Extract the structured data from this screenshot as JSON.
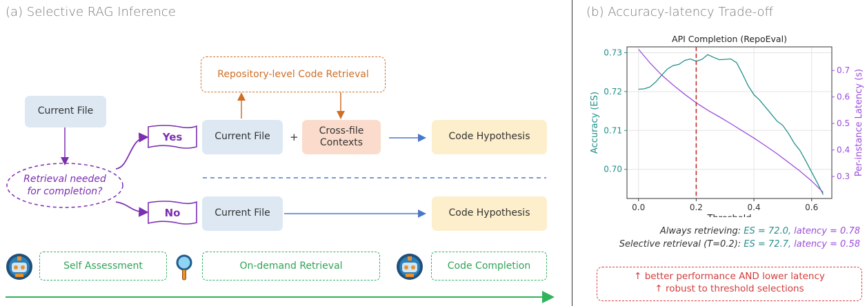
{
  "left_panel": {
    "title": "(a) Selective RAG Inference",
    "current_file_top": "Current File",
    "decision": [
      "Retrieval needed",
      "for completion?"
    ],
    "yes_label": "Yes",
    "no_label": "No",
    "yes_row": {
      "current_file": "Current File",
      "plus": "+",
      "cross_file": [
        "Cross-file",
        "Contexts"
      ],
      "hypothesis": "Code Hypothesis",
      "retrieval": "Repository-level Code Retrieval"
    },
    "no_row": {
      "current_file": "Current File",
      "hypothesis": "Code Hypothesis"
    },
    "stages": [
      "Self Assessment",
      "On-demand Retrieval",
      "Code Completion"
    ],
    "icons": [
      "robot-icon",
      "magnifier-icon",
      "robot-icon"
    ],
    "colors": {
      "purple": "#7b2fb0",
      "orange": "#cf6f27",
      "blue_arrow": "#4a78c9",
      "green": "#2fb35c"
    }
  },
  "right_panel": {
    "title": "(b) Accuracy-latency Trade-off",
    "notes": {
      "always": {
        "label": "Always retrieving:",
        "es": "ES = 72.0,",
        "latency": "latency = 0.78"
      },
      "selective": {
        "label": "Selective retrieval (T=0.2):",
        "es": "ES = 72.7,",
        "latency": "latency = 0.58"
      }
    },
    "callout": [
      "↑ better performance AND lower latency",
      "↑ robust to threshold selections"
    ]
  },
  "chart_data": {
    "type": "line",
    "title": "API Completion (RepoEval)",
    "xlabel": "Threshold",
    "ylabel": "Accuracy (ES)",
    "y2label": "Per-instance Latency (s)",
    "xlim": [
      -0.04,
      0.67
    ],
    "ylim": [
      0.6925,
      0.7315
    ],
    "y2lim": [
      0.217,
      0.789
    ],
    "xticks": [
      0.0,
      0.2,
      0.4,
      0.6
    ],
    "xtick_labels": [
      "0.0",
      "0.2",
      "0.4",
      "0.6"
    ],
    "yticks": [
      0.7,
      0.71,
      0.72,
      0.73
    ],
    "ytick_labels": [
      "0.70",
      "0.71",
      "0.72",
      "0.73"
    ],
    "y2ticks": [
      0.3,
      0.4,
      0.5,
      0.6,
      0.7
    ],
    "y2tick_labels": [
      "0.3",
      "0.4",
      "0.5",
      "0.6",
      "0.7"
    ],
    "grid": true,
    "threshold_marker": 0.2,
    "series": [
      {
        "name": "Accuracy (ES)",
        "axis": "left",
        "color": "#1f8f8a",
        "x": [
          0.0,
          0.02,
          0.04,
          0.06,
          0.08,
          0.1,
          0.12,
          0.14,
          0.16,
          0.18,
          0.2,
          0.22,
          0.24,
          0.26,
          0.28,
          0.3,
          0.32,
          0.34,
          0.36,
          0.38,
          0.4,
          0.42,
          0.44,
          0.46,
          0.48,
          0.5,
          0.52,
          0.54,
          0.56,
          0.58,
          0.6,
          0.62,
          0.64
        ],
        "y": [
          0.7206,
          0.7207,
          0.7212,
          0.7225,
          0.7242,
          0.7258,
          0.7267,
          0.727,
          0.728,
          0.7284,
          0.7278,
          0.7283,
          0.7295,
          0.7288,
          0.7282,
          0.7283,
          0.7284,
          0.7274,
          0.7246,
          0.7215,
          0.7192,
          0.7178,
          0.716,
          0.7142,
          0.7124,
          0.7113,
          0.7092,
          0.7067,
          0.7048,
          0.7021,
          0.6993,
          0.6965,
          0.6935
        ]
      },
      {
        "name": "Per-instance Latency (s)",
        "axis": "right",
        "color": "#9b4bdc",
        "x": [
          0.0,
          0.04,
          0.08,
          0.12,
          0.16,
          0.2,
          0.24,
          0.28,
          0.32,
          0.36,
          0.4,
          0.44,
          0.48,
          0.52,
          0.56,
          0.6,
          0.64
        ],
        "y": [
          0.78,
          0.728,
          0.683,
          0.645,
          0.61,
          0.578,
          0.55,
          0.525,
          0.499,
          0.472,
          0.445,
          0.416,
          0.386,
          0.353,
          0.32,
          0.283,
          0.24
        ]
      }
    ]
  }
}
